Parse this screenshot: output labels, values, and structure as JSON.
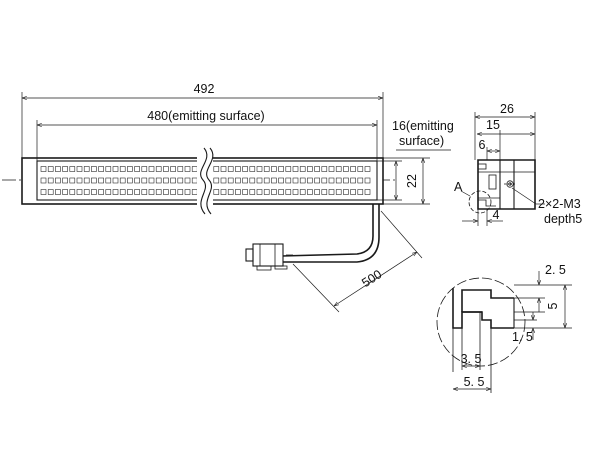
{
  "dimensions": {
    "overall_length": "492",
    "emitting_length": "480(emitting surface)",
    "emitting_width_line1": "16(emitting",
    "emitting_width_line2": "surface)",
    "height": "22",
    "cable_length": "500",
    "depth": "26",
    "width_15": "15",
    "width_6": "6",
    "width_4": "4",
    "view_label": "A",
    "thread_line1": "2×2-M3",
    "thread_line2": "depth5"
  },
  "detail": {
    "d_2_5": "2. 5",
    "d_5": "5",
    "d_1_5": "1. 5",
    "d_3_5": "3. 5",
    "d_5_5": "5. 5"
  }
}
